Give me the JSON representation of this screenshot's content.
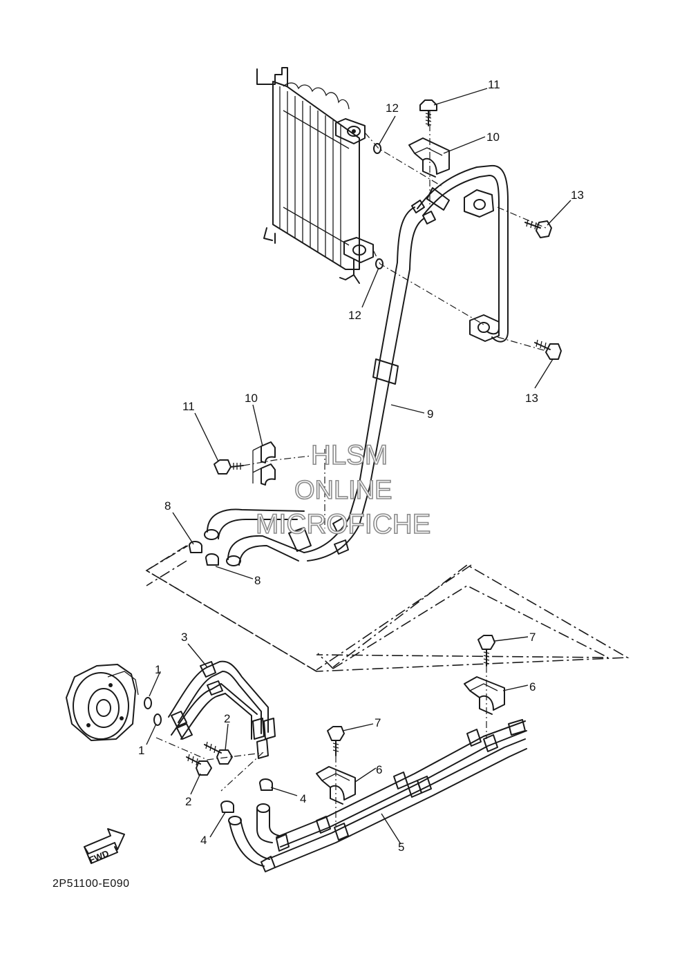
{
  "diagram": {
    "part_number": "2P51100-E090",
    "fwd_label": "FWD",
    "watermark": [
      "HLSM",
      "ONLINE",
      "MICROFICHE"
    ],
    "callouts": {
      "c1a": "1",
      "c1b": "1",
      "c2a": "2",
      "c2b": "2",
      "c3": "3",
      "c4a": "4",
      "c4b": "4",
      "c5": "5",
      "c6a": "6",
      "c6b": "6",
      "c7a": "7",
      "c7b": "7",
      "c8a": "8",
      "c8b": "8",
      "c9": "9",
      "c10a": "10",
      "c10b": "10",
      "c11a": "11",
      "c11b": "11",
      "c12a": "12",
      "c12b": "12",
      "c13a": "13",
      "c13b": "13"
    }
  }
}
